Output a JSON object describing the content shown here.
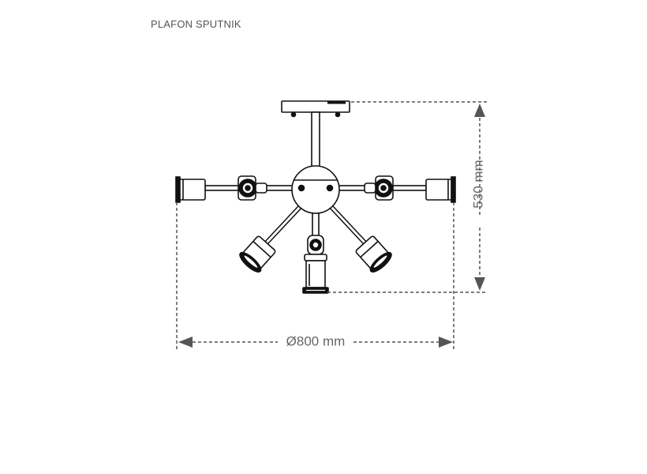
{
  "title": "PLAFON SPUTNIK",
  "dimensions": {
    "height_label": "530 mm",
    "diameter_label": "Ø800 mm"
  },
  "colors": {
    "line": "#111111",
    "dimension": "#555555",
    "text": "#555555"
  }
}
